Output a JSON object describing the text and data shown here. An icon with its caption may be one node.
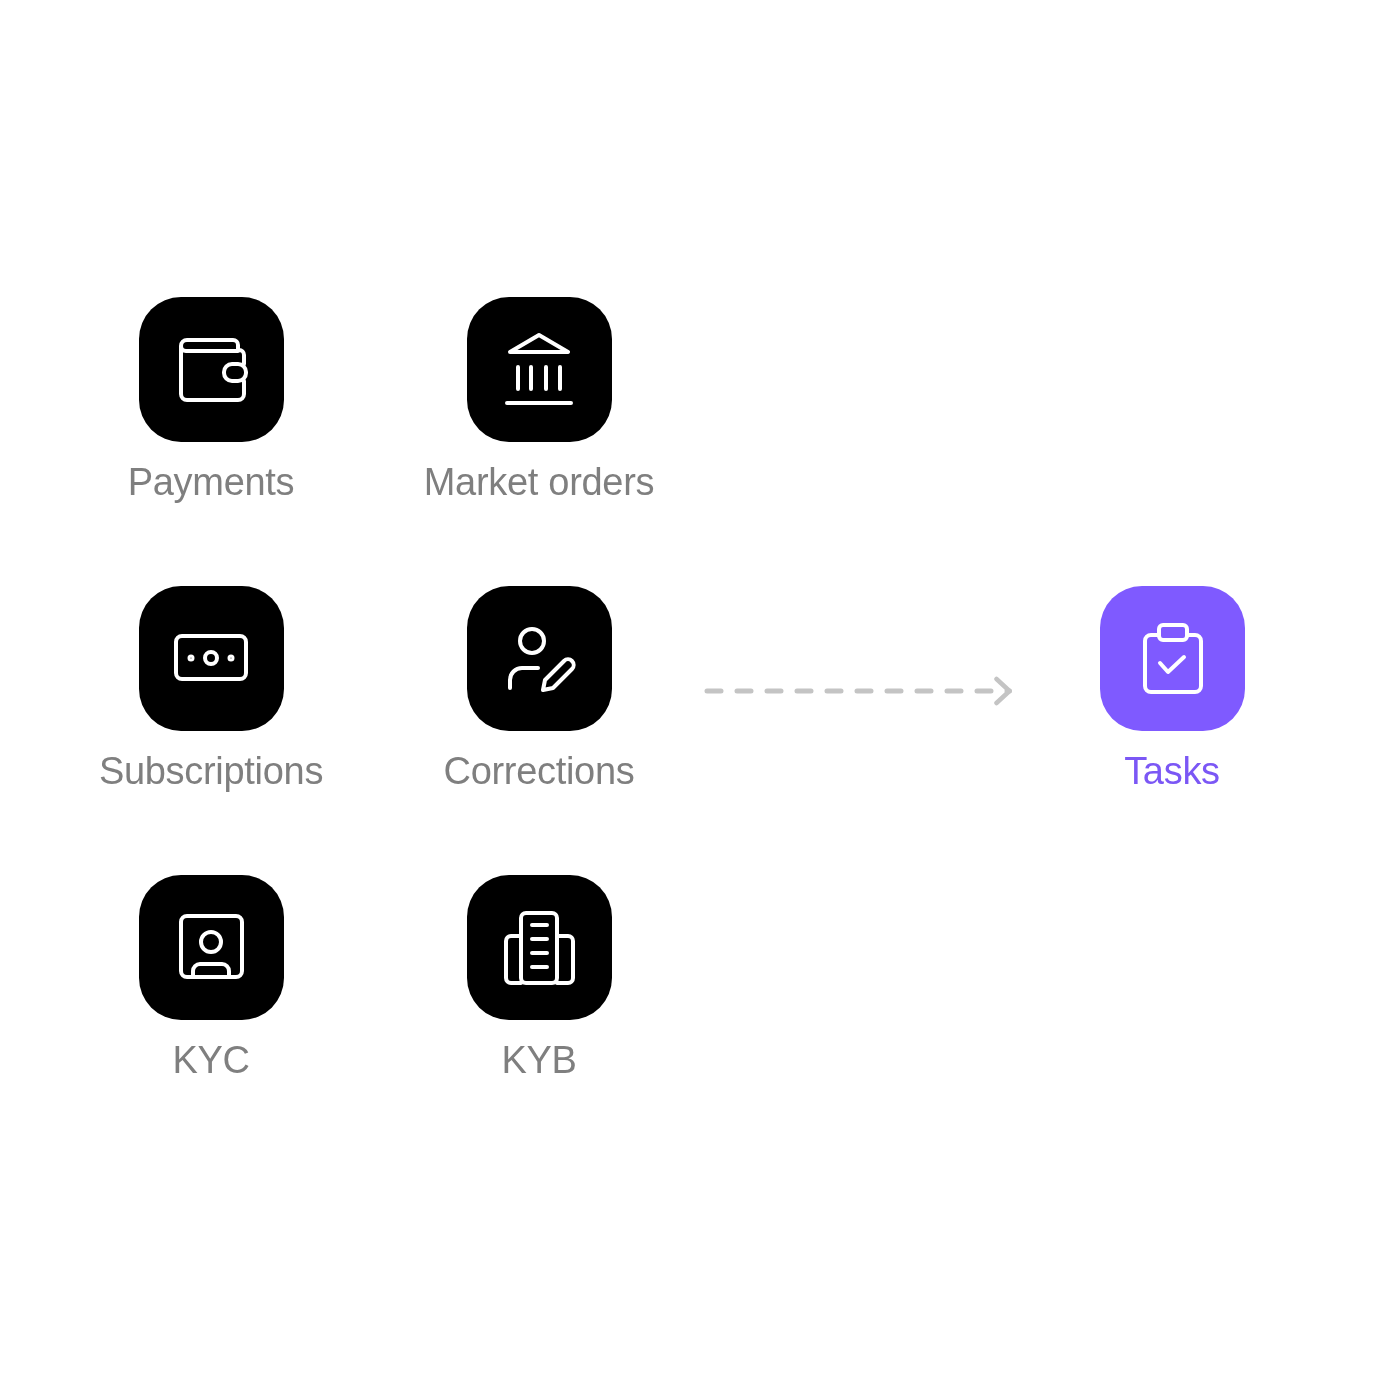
{
  "diagram": {
    "nodes": [
      {
        "text": [
          "Payments"
        ]
      },
      {
        "text": [
          "Market orders"
        ]
      },
      {
        "text": [
          "Subscriptions"
        ]
      },
      {
        "text": [
          "Corrections"
        ]
      },
      {
        "text": [
          "KYC"
        ]
      },
      {
        "text": [
          "KYB"
        ]
      },
      {
        "text": [
          "Tasks"
        ]
      }
    ],
    "edges": [
      {
        "from": null,
        "to": 6,
        "arrow": "to",
        "style": "dashed",
        "color": "#c4c4c4"
      }
    ]
  }
}
